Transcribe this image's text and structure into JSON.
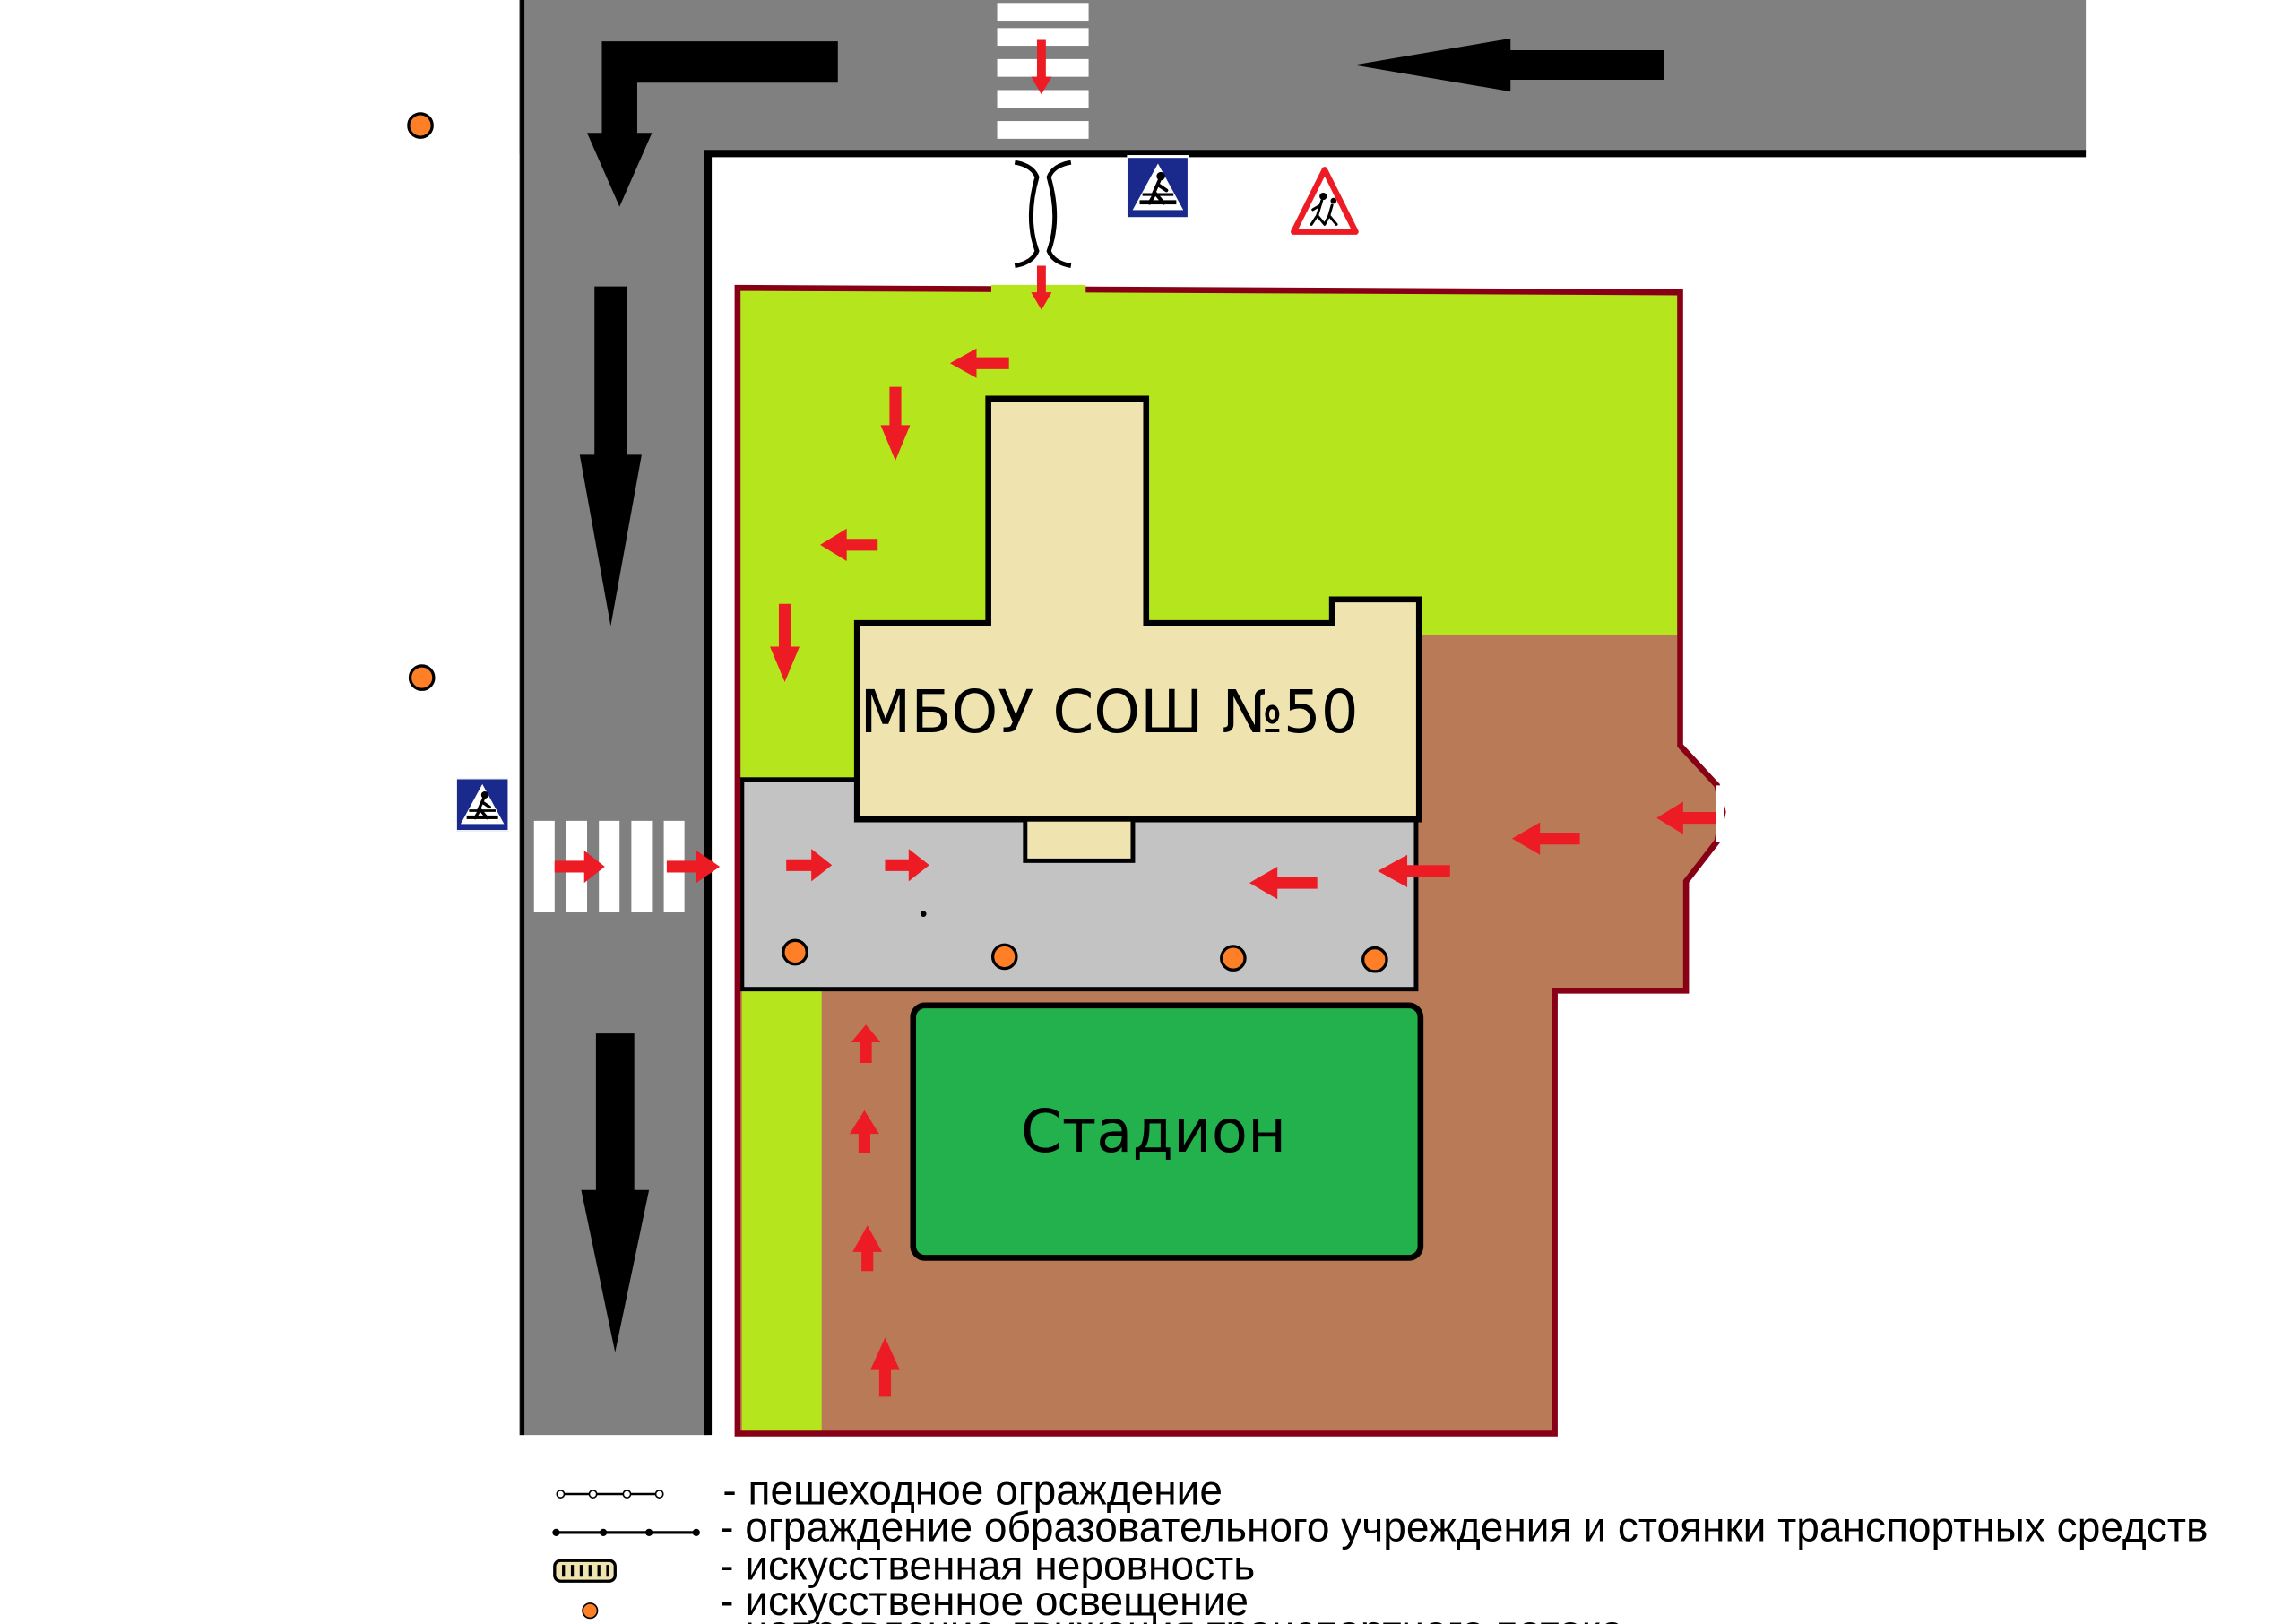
{
  "labels": {
    "school": "МБОУ СОШ №50",
    "stadium": "Стадион"
  },
  "legend": [
    {
      "symbol": "pedestrian-fence-icon",
      "text": "- пешеходное ограждение"
    },
    {
      "symbol": "institution-fence-icon",
      "text": "- ограждение образовательного учреждения и стоянки транспортных средств"
    },
    {
      "symbol": "speed-bump-icon",
      "text": "- искусственная неровность"
    },
    {
      "symbol": "street-lamp-icon",
      "text": "- искусственное освещение"
    },
    {
      "symbol": "traffic-direction-arrow-icon",
      "text": "- направление движения транспортного потока"
    }
  ],
  "colors": {
    "road": "#808080",
    "lawn": "#b5e61d",
    "building": "#efe4b0",
    "schoolyard": "#c3c3c3",
    "ground": "#b97a57",
    "stadium": "#22b14c",
    "fence": "#880015",
    "lamp": "#ff7f27",
    "pedestrian_route": "#ed1c24",
    "sign_blue": "#1a2a8c"
  }
}
